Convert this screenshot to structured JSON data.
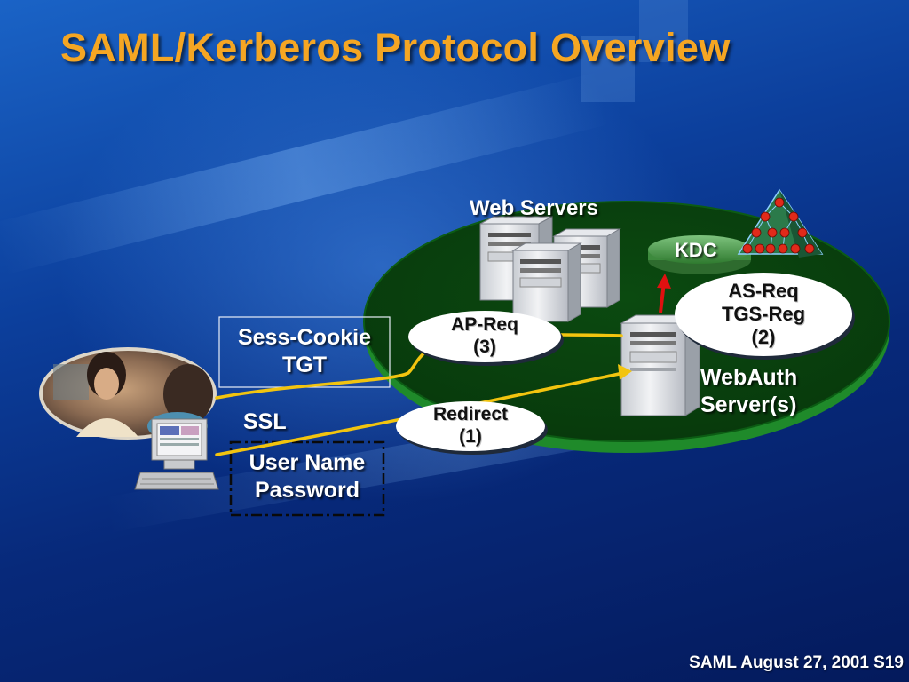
{
  "slide": {
    "title": "SAML/Kerberos Protocol Overview",
    "footer": "SAML August 27, 2001 S19"
  },
  "labels": {
    "web_servers": "Web Servers",
    "kdc": "KDC",
    "webauth_line1": "WebAuth",
    "webauth_line2": "Server(s)",
    "ssl": "SSL",
    "sess_cookie": "Sess-Cookie",
    "tgt": "TGT",
    "user_name": "User Name",
    "password": "Password"
  },
  "bubbles": {
    "ap_req": {
      "line1": "AP-Req",
      "line2": "(3)"
    },
    "as_req": {
      "line1": "AS-Req",
      "line2": "TGS-Reg",
      "line3": "(2)"
    },
    "redirect": {
      "line1": "Redirect",
      "line2": "(1)"
    }
  },
  "colors": {
    "title": "#f5a623",
    "network_green": "#0f7a1c",
    "arrow_yellow": "#f2c40f",
    "arrow_red": "#e01010"
  },
  "icons": {
    "user_photo": "person-photo",
    "client": "desktop-computer-icon",
    "server": "tower-server-icon",
    "kdc_db": "database-disk-icon",
    "hierarchy": "pyramid-tree-icon"
  }
}
